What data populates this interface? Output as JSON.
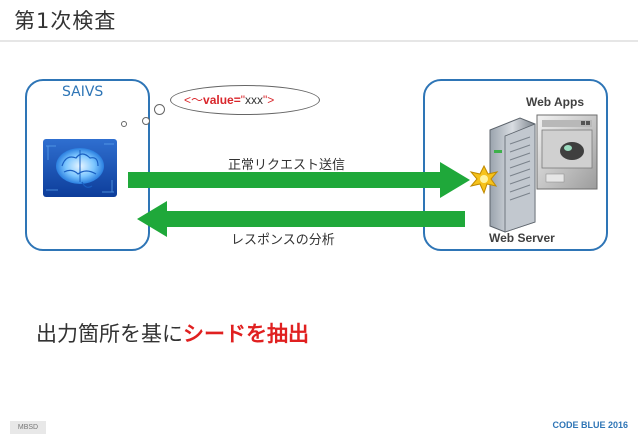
{
  "title": "第1次検査",
  "left_box": {
    "label": "SAIVS"
  },
  "right_box": {
    "top_label": "Web Apps",
    "bottom_label": "Web Server"
  },
  "bubble": {
    "prefix": "<〜",
    "key": "value=",
    "quote_open": "\"",
    "value": "xxx",
    "quote_close": "\">"
  },
  "arrows": {
    "request_label": "正常リクエスト送信",
    "response_label": "レスポンスの分析"
  },
  "bottom_text": {
    "plain": "出力箇所を基に",
    "emphasis": "シードを抽出"
  },
  "footer": {
    "left": "MBSD",
    "right": "CODE BLUE 2016"
  },
  "colors": {
    "box_border": "#2e75b6",
    "arrow_green": "#1fa83a",
    "emphasis_red": "#e02020"
  }
}
